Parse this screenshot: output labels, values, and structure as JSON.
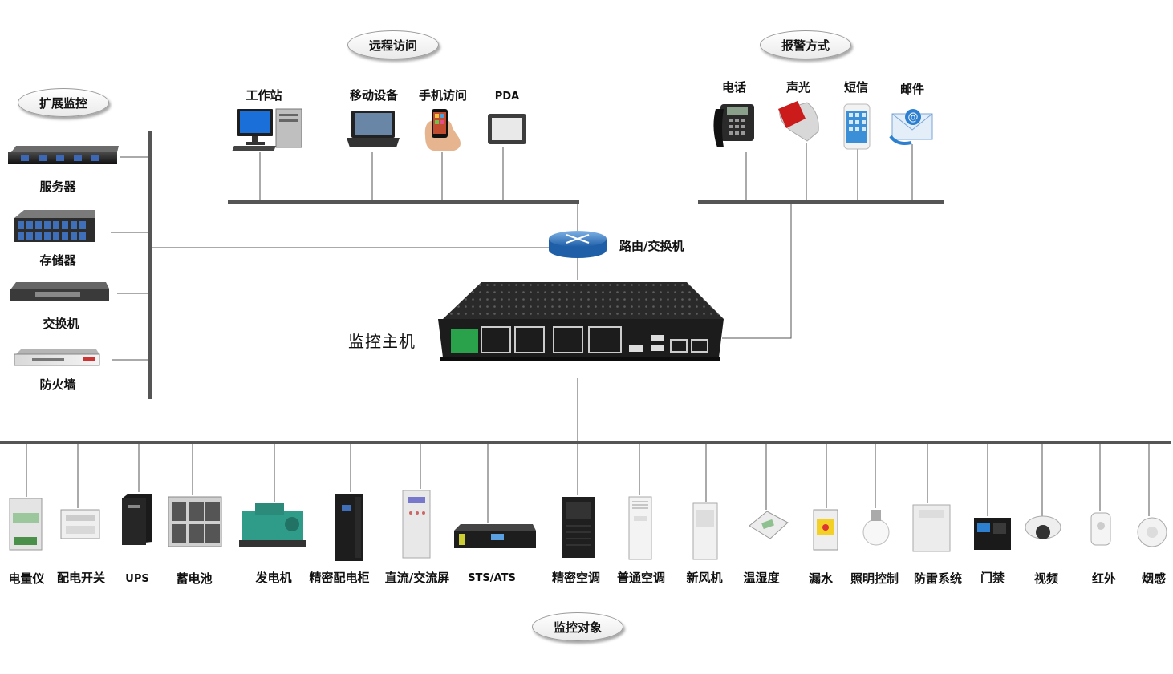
{
  "groups": {
    "remote_access": "远程访问",
    "alarm_methods": "报警方式",
    "extended_monitoring": "扩展监控",
    "monitored_objects": "监控对象"
  },
  "remote_access_items": [
    {
      "label": "工作站",
      "icon": "workstation-icon"
    },
    {
      "label": "移动设备",
      "icon": "laptop-icon"
    },
    {
      "label": "手机访问",
      "icon": "smartphone-icon"
    },
    {
      "label": "PDA",
      "icon": "pda-icon"
    }
  ],
  "alarm_items": [
    {
      "label": "电话",
      "icon": "telephone-icon"
    },
    {
      "label": "声光",
      "icon": "alarm-light-icon"
    },
    {
      "label": "短信",
      "icon": "sms-phone-icon"
    },
    {
      "label": "邮件",
      "icon": "email-icon"
    }
  ],
  "extended_items": [
    {
      "label": "服务器",
      "icon": "server-icon"
    },
    {
      "label": "存储器",
      "icon": "storage-icon"
    },
    {
      "label": "交换机",
      "icon": "switch-icon"
    },
    {
      "label": "防火墙",
      "icon": "firewall-icon"
    }
  ],
  "router": {
    "label": "路由/交换机",
    "icon": "router-icon"
  },
  "host": {
    "label": "监控主机",
    "icon": "monitoring-host-icon"
  },
  "monitored_items": [
    {
      "label": "电量仪",
      "icon": "power-meter-icon"
    },
    {
      "label": "配电开关",
      "icon": "distribution-switch-icon"
    },
    {
      "label": "UPS",
      "icon": "ups-icon"
    },
    {
      "label": "蓄电池",
      "icon": "battery-icon"
    },
    {
      "label": "发电机",
      "icon": "generator-icon"
    },
    {
      "label": "精密配电柜",
      "icon": "precision-cabinet-icon"
    },
    {
      "label": "直流/交流屏",
      "icon": "dc-ac-panel-icon"
    },
    {
      "label": "STS/ATS",
      "icon": "sts-ats-icon"
    },
    {
      "label": "精密空调",
      "icon": "precision-ac-icon"
    },
    {
      "label": "普通空调",
      "icon": "air-conditioner-icon"
    },
    {
      "label": "新风机",
      "icon": "fresh-air-icon"
    },
    {
      "label": "温湿度",
      "icon": "thermo-hygro-icon"
    },
    {
      "label": "漏水",
      "icon": "water-leak-icon"
    },
    {
      "label": "照明控制",
      "icon": "lighting-icon"
    },
    {
      "label": "防雷系统",
      "icon": "lightning-protection-icon"
    },
    {
      "label": "门禁",
      "icon": "access-control-icon"
    },
    {
      "label": "视频",
      "icon": "camera-icon"
    },
    {
      "label": "红外",
      "icon": "infrared-icon"
    },
    {
      "label": "烟感",
      "icon": "smoke-detector-icon"
    }
  ]
}
